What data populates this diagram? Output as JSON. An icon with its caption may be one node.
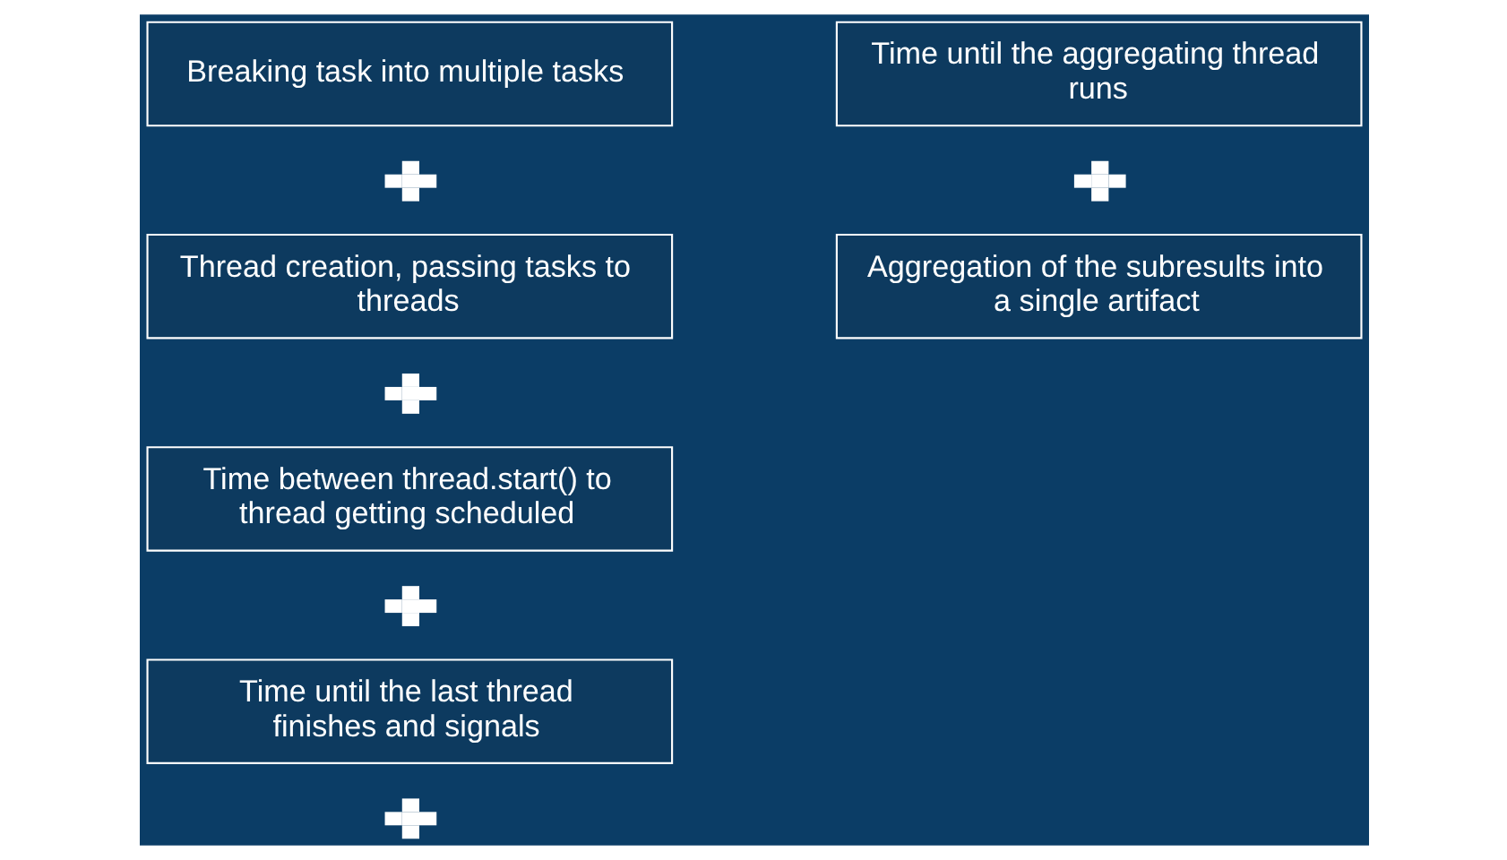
{
  "diagram": {
    "nodes": [
      {
        "text": [
          "Breaking task into multiple tasks"
        ]
      },
      {
        "text": [],
        "shape": "plus"
      },
      {
        "text": [
          "Thread creation, passing tasks to threads"
        ]
      },
      {
        "text": [],
        "shape": "plus"
      },
      {
        "text": [
          "Time between thread.start() to thread getting scheduled"
        ]
      },
      {
        "text": [],
        "shape": "plus"
      },
      {
        "text": [
          "Time until the last thread finishes and signals"
        ]
      },
      {
        "text": [],
        "shape": "plus"
      },
      {
        "text": [
          "Time until the aggregating thread runs"
        ]
      },
      {
        "text": [],
        "shape": "plus"
      },
      {
        "text": [
          "Aggregation of the subresults into a single artifact"
        ]
      }
    ]
  }
}
